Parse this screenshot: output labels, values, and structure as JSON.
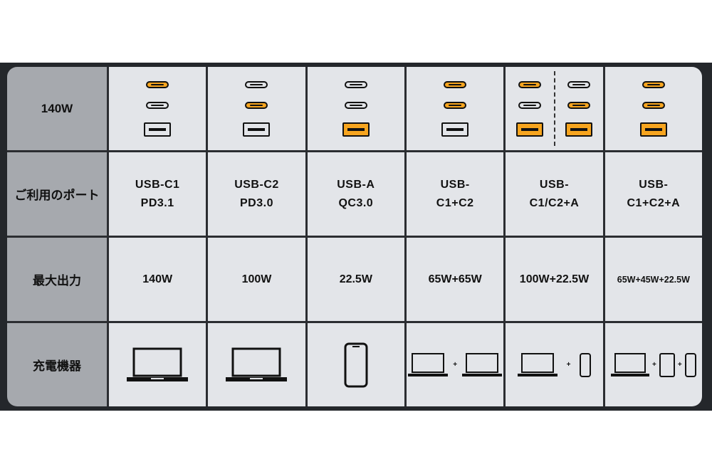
{
  "rows": {
    "r1_label": "140W",
    "r2_label": "ご利用のポート",
    "r3_label": "最大出力",
    "r4_label": "充電機器"
  },
  "ports": [
    {
      "line1": "USB-C1",
      "line2": "PD3.1"
    },
    {
      "line1": "USB-C2",
      "line2": "PD3.0"
    },
    {
      "line1": "USB-A",
      "line2": "QC3.0"
    },
    {
      "line1": "USB-",
      "line2": "C1+C2"
    },
    {
      "line1": "USB-",
      "line2": "C1/C2+A"
    },
    {
      "line1": "USB-",
      "line2": "C1+C2+A"
    }
  ],
  "outputs": [
    "140W",
    "100W",
    "22.5W",
    "65W+65W",
    "100W+22.5W",
    "65W+45W+22.5W"
  ],
  "device_plus": "+",
  "colors": {
    "active_port": "#f7a51f",
    "cell_bg": "#e3e5e9",
    "header_bg": "#a6a9ae",
    "frame": "#24272b"
  },
  "icons": [
    "usb-c-port-icon",
    "usb-a-port-icon",
    "laptop-icon",
    "phone-icon",
    "tablet-icon"
  ]
}
